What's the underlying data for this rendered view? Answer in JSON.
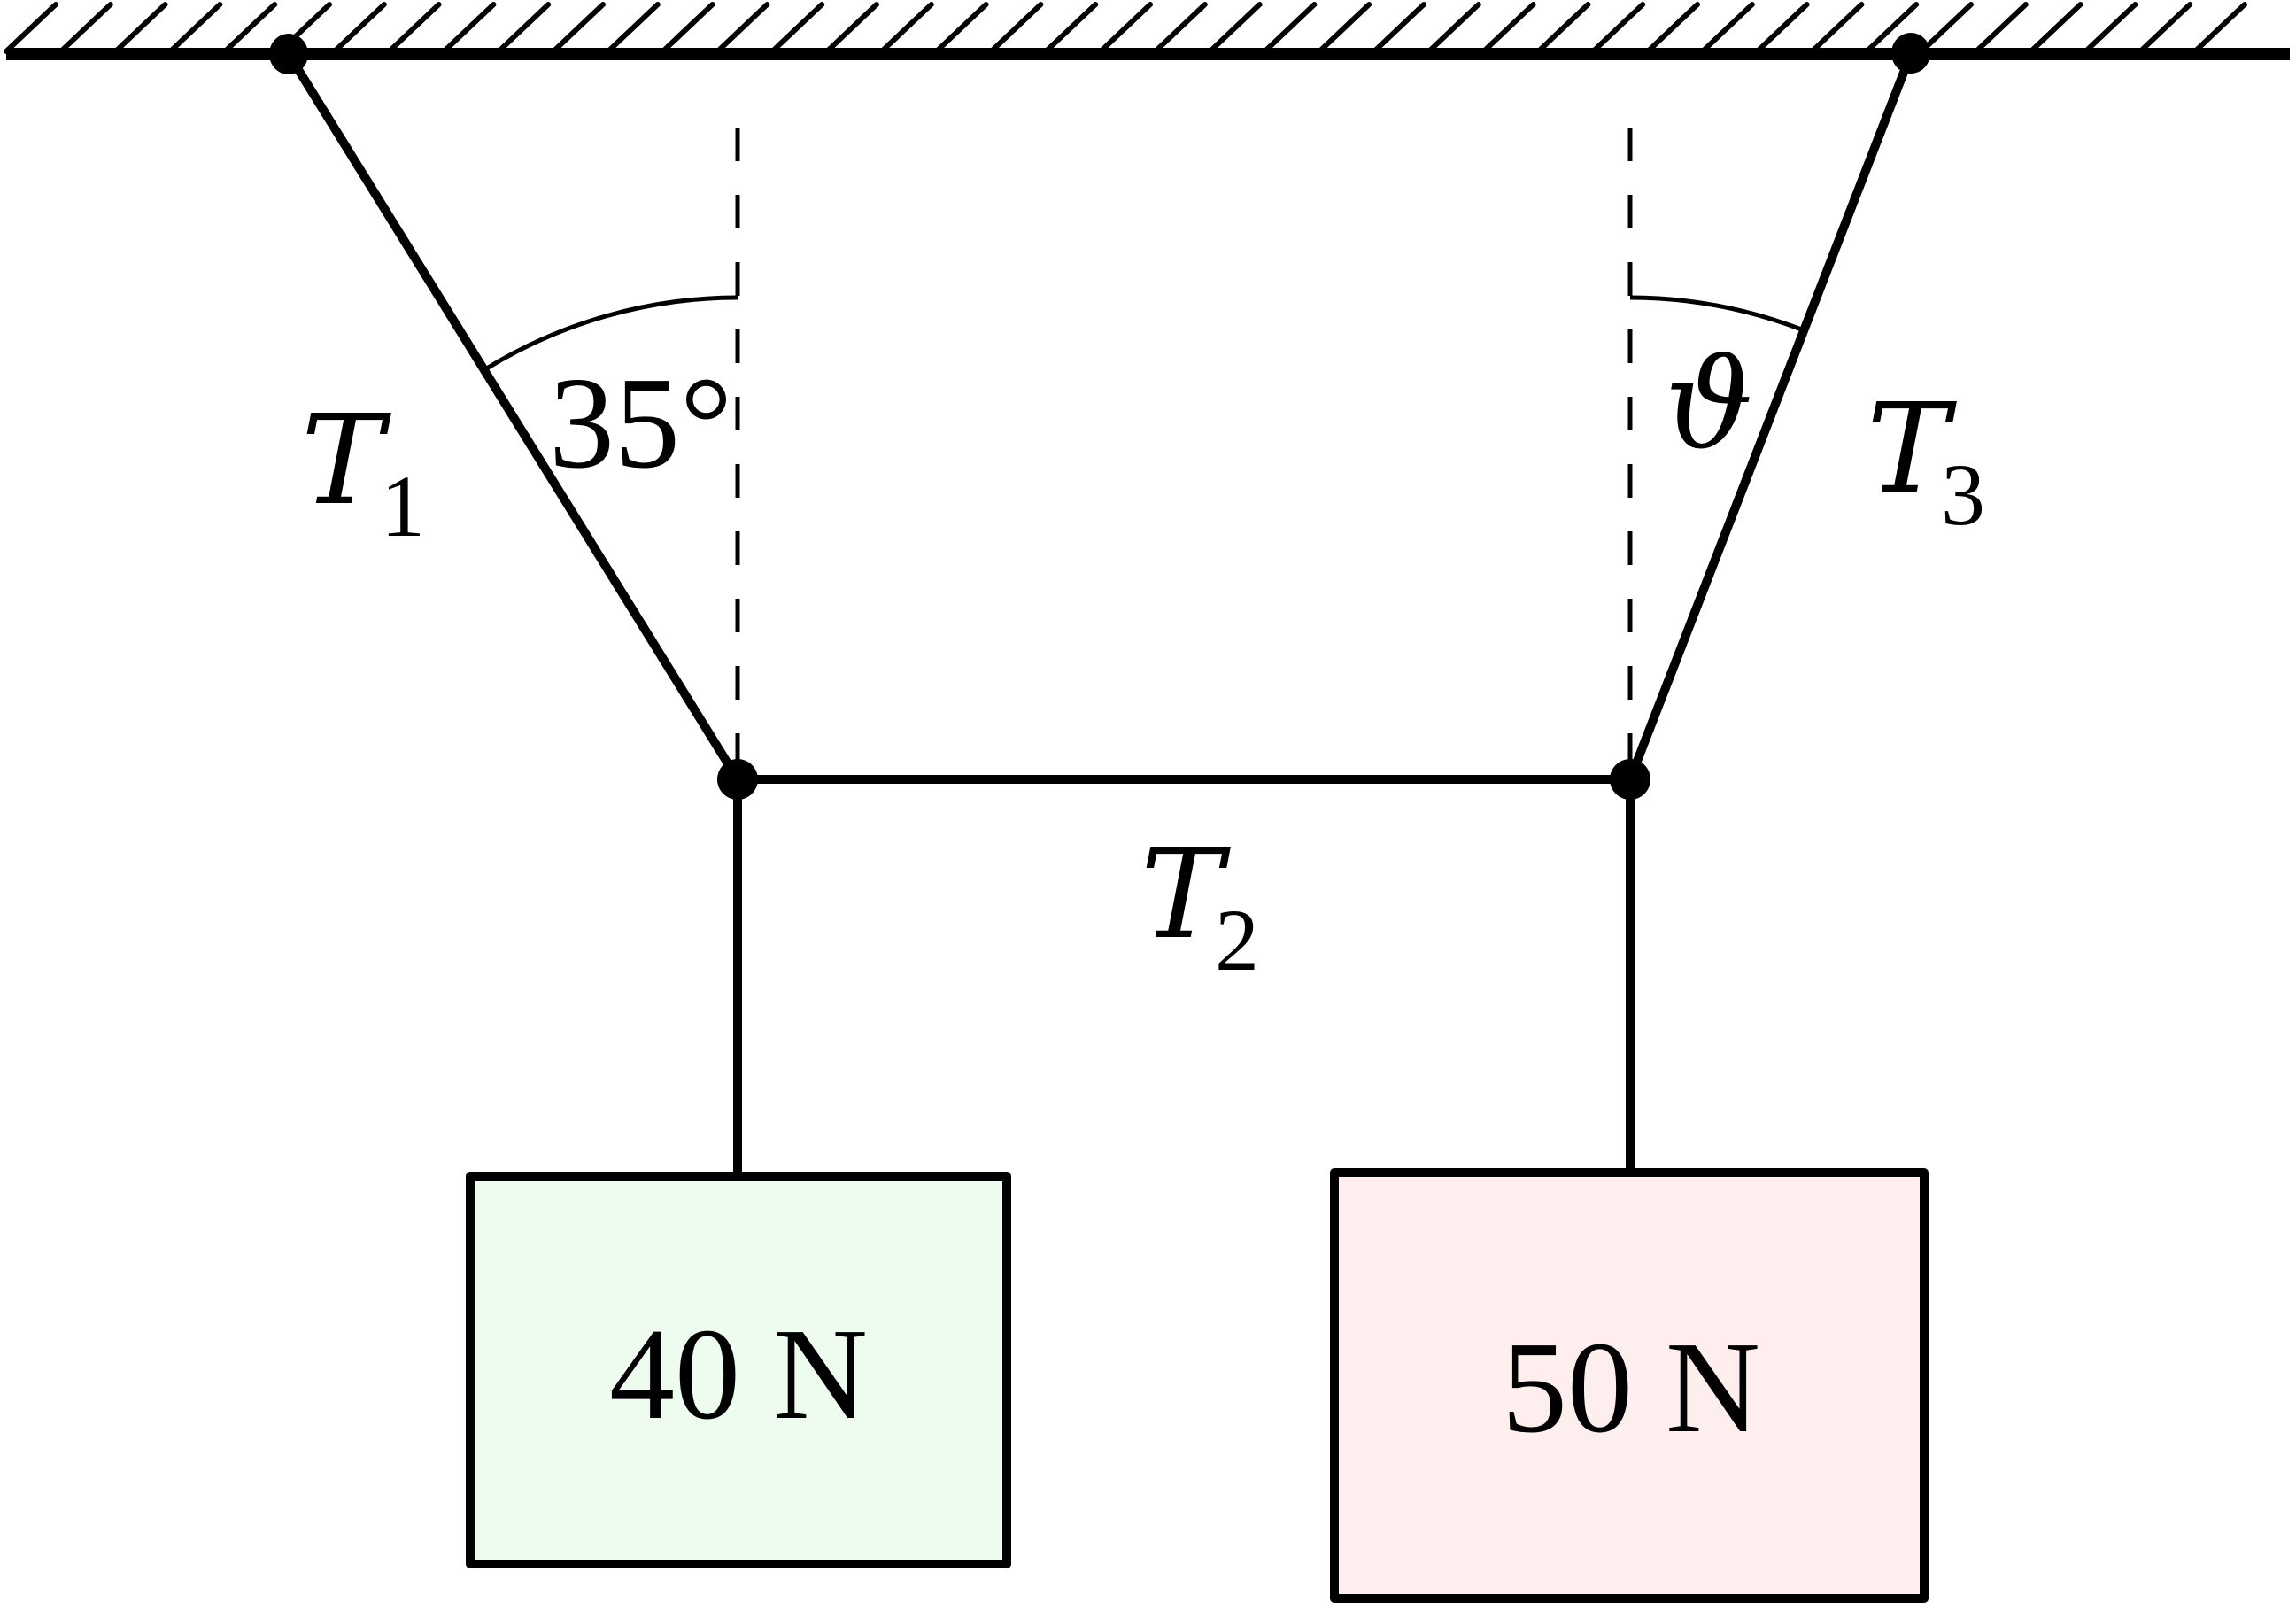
{
  "diagram": {
    "title": "Two weights suspended by three cords",
    "labels": {
      "t1": {
        "main": "T",
        "sub": "1"
      },
      "t2": {
        "main": "T",
        "sub": "2"
      },
      "t3": {
        "main": "T",
        "sub": "3"
      },
      "angle_left": "35°",
      "angle_right": "ϑ"
    },
    "weights": [
      {
        "label": "40 N",
        "fill": "#edfcef"
      },
      {
        "label": "50 N",
        "fill": "#ffeeee"
      }
    ],
    "line_color": "#000000",
    "background": "#ffffff"
  }
}
